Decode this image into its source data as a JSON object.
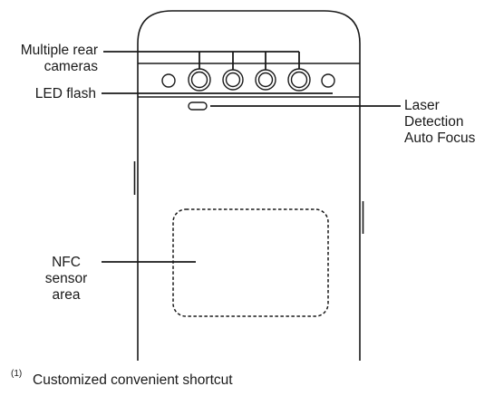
{
  "labels": {
    "rear_cameras": [
      "Multiple rear",
      "cameras"
    ],
    "led_flash": "LED flash",
    "laser_af": [
      "Laser",
      "Detection",
      "Auto Focus"
    ],
    "nfc": [
      "NFC",
      "sensor",
      "area"
    ]
  },
  "footnote": {
    "number": "(1)",
    "text": "Customized convenient shortcut"
  },
  "colors": {
    "line": "#1a1a1a",
    "background": "#ffffff"
  }
}
